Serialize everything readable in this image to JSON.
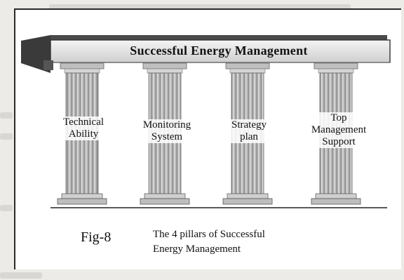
{
  "diagram": {
    "beam_title": "Successful Energy Management",
    "pillars": [
      {
        "label": "Technical\nAbility"
      },
      {
        "label": "Monitoring\nSystem"
      },
      {
        "label": "Strategy\nplan"
      },
      {
        "label": "Top\nManagement\nSupport"
      }
    ]
  },
  "figure": {
    "number_label": "Fig-8",
    "caption": "The 4 pillars of Successful\nEnergy Management"
  }
}
